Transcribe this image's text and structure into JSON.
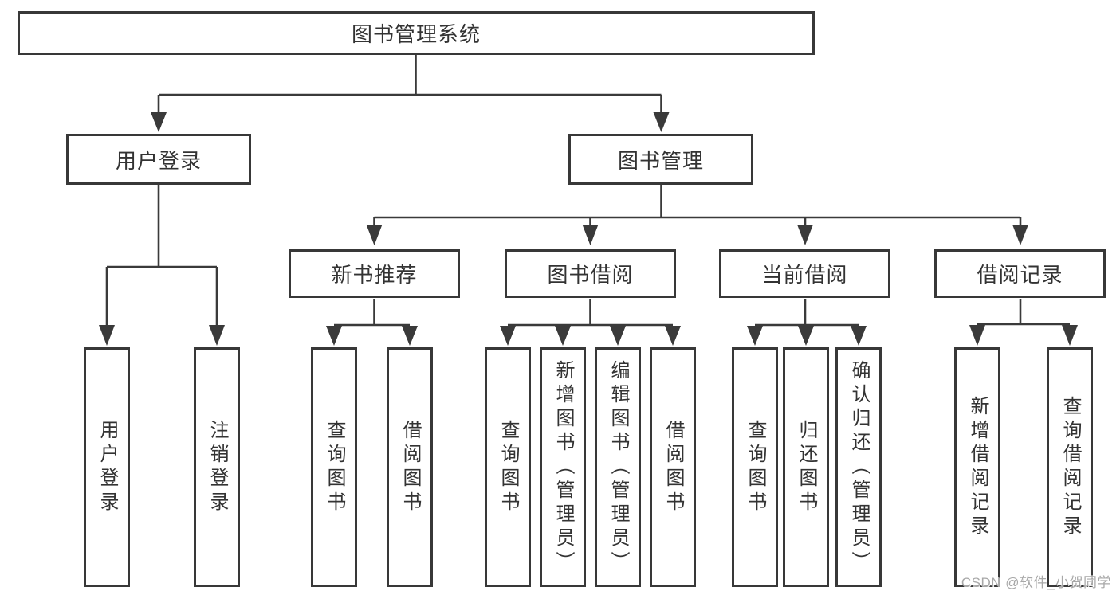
{
  "tree": {
    "root": {
      "label": "图书管理系统"
    },
    "branches": [
      {
        "label": "用户登录",
        "leaves": [
          "用户登录",
          "注销登录"
        ]
      },
      {
        "label": "图书管理",
        "groups": [
          {
            "label": "新书推荐",
            "leaves": [
              "查询图书",
              "借阅图书"
            ]
          },
          {
            "label": "图书借阅",
            "leaves": [
              "查询图书",
              "新增图书（管理员）",
              "编辑图书（管理员）",
              "借阅图书"
            ]
          },
          {
            "label": "当前借阅",
            "leaves": [
              "查询图书",
              "归还图书",
              "确认归还（管理员）"
            ]
          },
          {
            "label": "借阅记录",
            "leaves": [
              "新增借阅记录",
              "查询借阅记录"
            ]
          }
        ]
      }
    ]
  },
  "watermark": "CSDN @软件_小贺同学",
  "colors": {
    "line": "#3a3a3a",
    "border": "#383838",
    "text": "#333333",
    "watermark": "#a8a8a8",
    "background": "#ffffff"
  }
}
